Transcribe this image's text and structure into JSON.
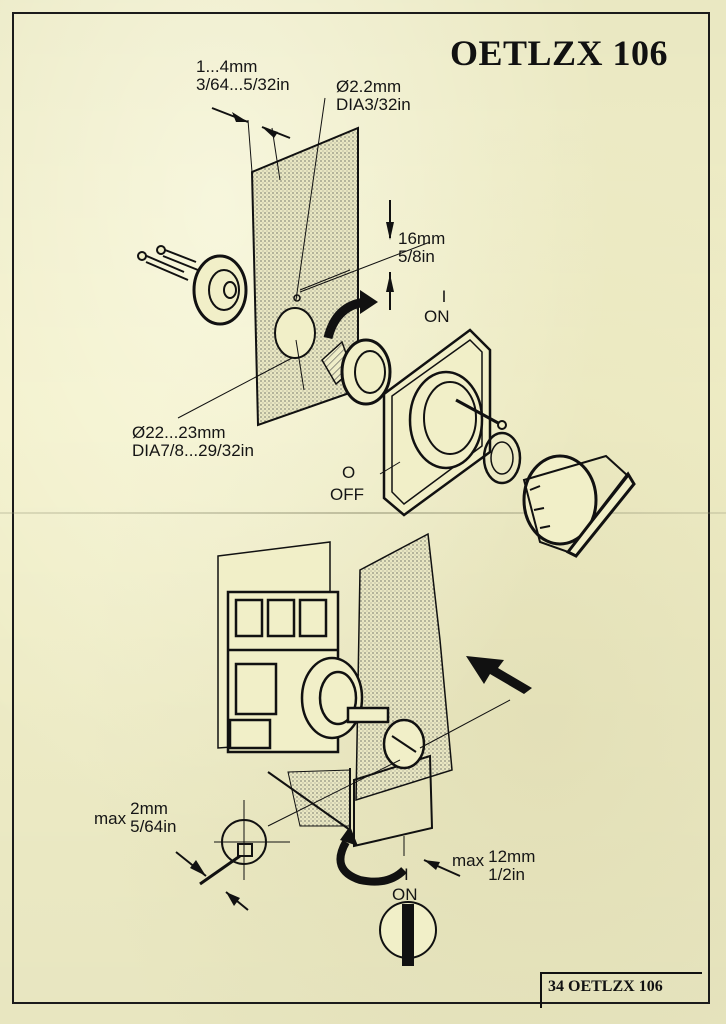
{
  "document": {
    "title": "OETLZX 106",
    "footer": "34 OETLZX 106"
  },
  "dimensions": {
    "panel_thickness": {
      "metric": "1...4mm",
      "imperial": "3/64...5/32in"
    },
    "hole_small": {
      "metric": "Ø2.2mm",
      "imperial": "DIA3/32in"
    },
    "offset": {
      "metric": "16mm",
      "imperial": "5/8in"
    },
    "hole_large": {
      "metric": "Ø22...23mm",
      "imperial": "DIA7/8...29/32in"
    },
    "gap": {
      "prefix": "max",
      "metric": "2mm",
      "imperial": "5/64in"
    },
    "shaft_depth": {
      "prefix": "max",
      "metric": "12mm",
      "imperial": "1/2in"
    }
  },
  "positions": {
    "on_top": {
      "symbol": "I",
      "label": "ON"
    },
    "off": {
      "symbol": "O",
      "label": "OFF"
    },
    "on_bottom": {
      "symbol": "I",
      "label": "ON"
    }
  },
  "colors": {
    "ink": "#151515",
    "paper": "#f1efc8",
    "shade": "#9a9a86"
  }
}
